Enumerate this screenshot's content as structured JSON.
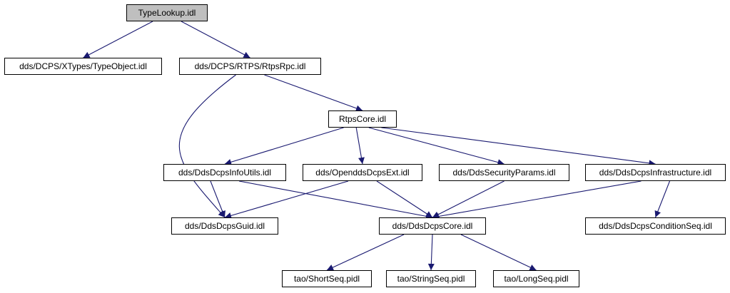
{
  "graph": {
    "edge_color": "#191970",
    "root_fill": "#bfbfbf",
    "nodes": {
      "type_lookup": "TypeLookup.idl",
      "type_object": "dds/DCPS/XTypes/TypeObject.idl",
      "rtps_rpc": "dds/DCPS/RTPS/RtpsRpc.idl",
      "rtps_core": "RtpsCore.idl",
      "info_utils": "dds/DdsDcpsInfoUtils.idl",
      "opendds_ext": "dds/OpenddsDcpsExt.idl",
      "security_params": "dds/DdsSecurityParams.idl",
      "infrastructure": "dds/DdsDcpsInfrastructure.idl",
      "guid": "dds/DdsDcpsGuid.idl",
      "core": "dds/DdsDcpsCore.idl",
      "condition_seq": "dds/DdsDcpsConditionSeq.idl",
      "short_seq": "tao/ShortSeq.pidl",
      "string_seq": "tao/StringSeq.pidl",
      "long_seq": "tao/LongSeq.pidl"
    },
    "edges": [
      [
        "type_lookup",
        "type_object"
      ],
      [
        "type_lookup",
        "rtps_rpc"
      ],
      [
        "rtps_rpc",
        "guid"
      ],
      [
        "rtps_rpc",
        "rtps_core"
      ],
      [
        "rtps_core",
        "info_utils"
      ],
      [
        "rtps_core",
        "opendds_ext"
      ],
      [
        "rtps_core",
        "security_params"
      ],
      [
        "rtps_core",
        "infrastructure"
      ],
      [
        "info_utils",
        "guid"
      ],
      [
        "info_utils",
        "core"
      ],
      [
        "opendds_ext",
        "guid"
      ],
      [
        "opendds_ext",
        "core"
      ],
      [
        "security_params",
        "core"
      ],
      [
        "infrastructure",
        "core"
      ],
      [
        "infrastructure",
        "condition_seq"
      ],
      [
        "core",
        "short_seq"
      ],
      [
        "core",
        "string_seq"
      ],
      [
        "core",
        "long_seq"
      ]
    ]
  }
}
